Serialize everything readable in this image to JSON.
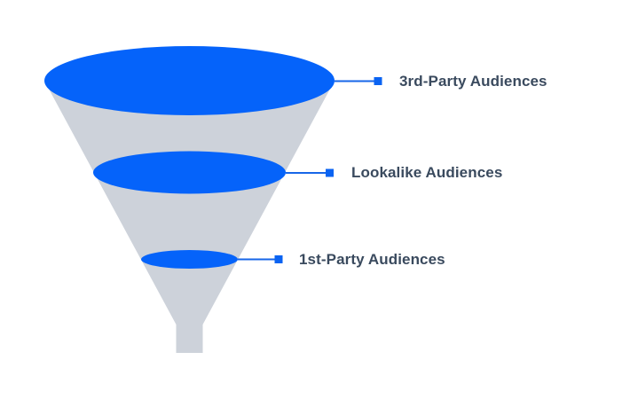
{
  "funnel": {
    "stages": [
      {
        "label": "3rd-Party Audiences",
        "position": "top",
        "size": "large"
      },
      {
        "label": "Lookalike Audiences",
        "position": "middle",
        "size": "medium"
      },
      {
        "label": "1st-Party Audiences",
        "position": "bottom",
        "size": "small"
      }
    ]
  },
  "colors": {
    "stage_fill": "#0563FA",
    "connector_line": "#1766E8",
    "connector_marker": "#0A63F2",
    "funnel_body": "#CDD2DA",
    "label_text": "#3A4A5E",
    "background": "#FFFFFF"
  }
}
